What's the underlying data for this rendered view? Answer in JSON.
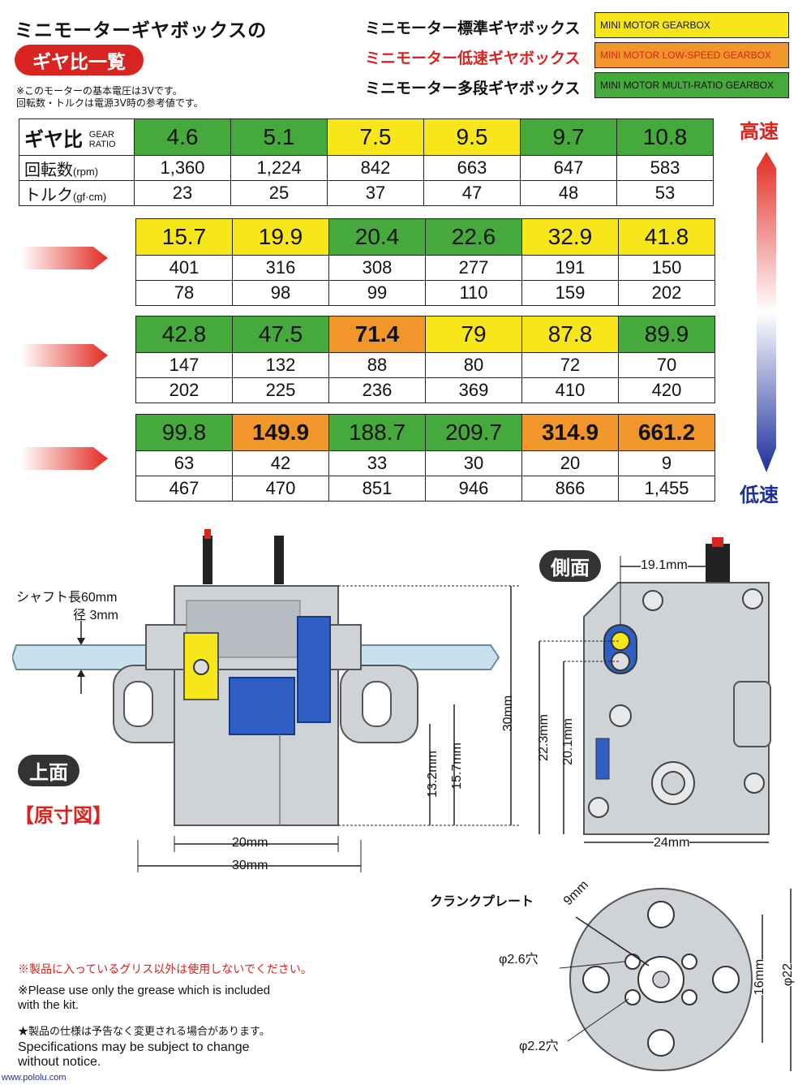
{
  "header": {
    "title": "ミニモーターギヤボックスの",
    "subtitle": "ギヤ比一覧",
    "note1": "※このモーターの基本電圧は3Vです。",
    "note2": "回転数・トルクは電源3V時の参考値です。"
  },
  "legend": [
    {
      "jp": "ミニモーター標準ギヤボックス",
      "en": "MINI MOTOR GEARBOX",
      "color": "#f6e61a",
      "text_color": "#111"
    },
    {
      "jp": "ミニモーター低速ギヤボックス",
      "en": "MINI MOTOR LOW-SPEED GEARBOX",
      "color": "#f0962a",
      "text_color": "#d8231e"
    },
    {
      "jp": "ミニモーター多段ギヤボックス",
      "en": "MINI MOTOR MULTI-RATIO GEARBOX",
      "color": "#45a93b",
      "text_color": "#111"
    }
  ],
  "table": {
    "row_labels": {
      "ratio": "ギヤ比",
      "ratio_en": "GEAR RATIO",
      "rpm": "回転数",
      "rpm_unit": "(rpm)",
      "torque": "トルク",
      "torque_unit": "(gf·cm)"
    },
    "blocks": [
      {
        "ratios": [
          "4.6",
          "5.1",
          "7.5",
          "9.5",
          "9.7",
          "10.8"
        ],
        "colors": [
          "g",
          "g",
          "y",
          "y",
          "g",
          "g"
        ],
        "rpm": [
          "1,360",
          "1,224",
          "842",
          "663",
          "647",
          "583"
        ],
        "torque": [
          "23",
          "25",
          "37",
          "47",
          "48",
          "53"
        ]
      },
      {
        "ratios": [
          "15.7",
          "19.9",
          "20.4",
          "22.6",
          "32.9",
          "41.8"
        ],
        "colors": [
          "y",
          "y",
          "g",
          "g",
          "y",
          "y"
        ],
        "rpm": [
          "401",
          "316",
          "308",
          "277",
          "191",
          "150"
        ],
        "torque": [
          "78",
          "98",
          "99",
          "110",
          "159",
          "202"
        ]
      },
      {
        "ratios": [
          "42.8",
          "47.5",
          "71.4",
          "79",
          "87.8",
          "89.9"
        ],
        "colors": [
          "g",
          "g",
          "o",
          "y",
          "y",
          "g"
        ],
        "rpm": [
          "147",
          "132",
          "88",
          "80",
          "72",
          "70"
        ],
        "torque": [
          "202",
          "225",
          "236",
          "369",
          "410",
          "420"
        ]
      },
      {
        "ratios": [
          "99.8",
          "149.9",
          "188.7",
          "209.7",
          "314.9",
          "661.2"
        ],
        "colors": [
          "g",
          "o",
          "g",
          "g",
          "o",
          "o"
        ],
        "rpm": [
          "63",
          "42",
          "33",
          "30",
          "20",
          "9"
        ],
        "torque": [
          "467",
          "470",
          "851",
          "946",
          "866",
          "1,455"
        ]
      }
    ]
  },
  "speed": {
    "high": "高速",
    "low": "低速"
  },
  "top_view": {
    "label": "上面",
    "scale_label": "【原寸図】",
    "shaft_length": "シャフト長60mm",
    "shaft_dia": "径 3mm",
    "dim_20": "20mm",
    "dim_30w": "30mm",
    "dim_30h": "30mm",
    "dim_13_2": "13.2mm",
    "dim_15_7": "15.7mm"
  },
  "side_view": {
    "label": "側面",
    "dim_19_1": "19.1mm",
    "dim_24": "24mm",
    "dim_22_3": "22.3mm",
    "dim_20_1": "20.1mm"
  },
  "crank": {
    "label": "クランクプレート",
    "dim_9": "9mm",
    "hole_2_6": "φ2.6穴",
    "hole_2_2": "φ2.2穴",
    "dim_16": "16mm",
    "dim_22": "φ22"
  },
  "footer": {
    "warn_jp": "※製品に入っているグリス以外は使用しないでください。",
    "warn_en": "※Please use only the grease which is included with the kit.",
    "spec_jp": "★製品の仕様は予告なく変更される場合があります。",
    "spec_en": "Specifications may be subject to change without notice.",
    "url": "www.pololu.com"
  }
}
